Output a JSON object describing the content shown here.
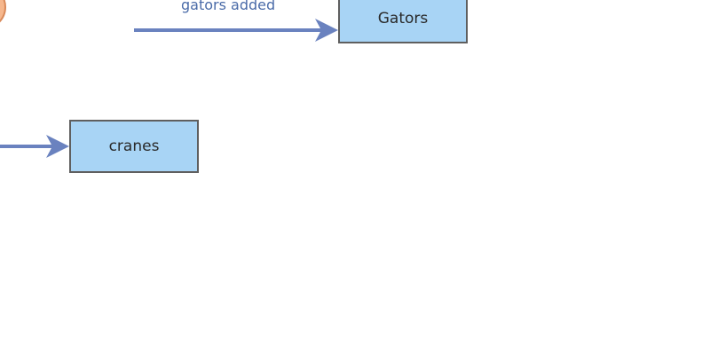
{
  "nodes": {
    "gators": {
      "label": "Gators"
    },
    "cranes": {
      "label": "cranes"
    }
  },
  "edges": {
    "gators_edge": {
      "label": "gators added"
    }
  },
  "colors": {
    "box_fill": "#a8d4f5",
    "box_border": "#5f5f5f",
    "arrow": "#6a82bf",
    "edge_text": "#4a6ba8",
    "circle_fill": "#f6b78d",
    "circle_border": "#d98a5a"
  }
}
